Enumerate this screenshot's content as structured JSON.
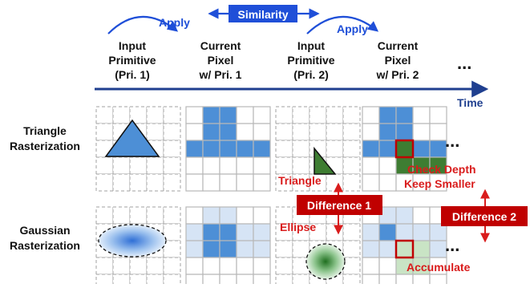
{
  "header": {
    "apply_1": "Apply",
    "similarity": "Similarity",
    "apply_2": "Apply",
    "columns": [
      {
        "lines": [
          "Input",
          "Primitive",
          "(Pri. 1)"
        ]
      },
      {
        "lines": [
          "Current",
          "Pixel",
          "w/ Pri. 1"
        ]
      },
      {
        "lines": [
          "Input",
          "Primitive",
          "(Pri. 2)"
        ]
      },
      {
        "lines": [
          "Current",
          "Pixel",
          "w/ Pri. 2"
        ]
      }
    ],
    "ellipsis": "...",
    "time_label": "Time"
  },
  "rows": [
    {
      "lines": [
        "Triangle",
        "Rasterization"
      ]
    },
    {
      "lines": [
        "Gaussian",
        "Rasterization"
      ]
    }
  ],
  "row_ellipsis": "...",
  "annotations": {
    "triangle": "Triangle",
    "ellipse": "Ellipse",
    "check_depth": "Check Depth",
    "keep_smaller": "Keep Smaller",
    "accumulate": "Accumulate",
    "difference_1": "Difference 1",
    "difference_2": "Difference 2"
  },
  "colors": {
    "blue_arrow": "#1f4fd8",
    "pixel_blue": "#4d8fd6",
    "pixel_light": "#d6e4f5",
    "triangle_green": "#3e7d32",
    "callout_red": "#c00000",
    "annotation_red": "#d91c1c",
    "grid_border": "#8c8c8c"
  }
}
